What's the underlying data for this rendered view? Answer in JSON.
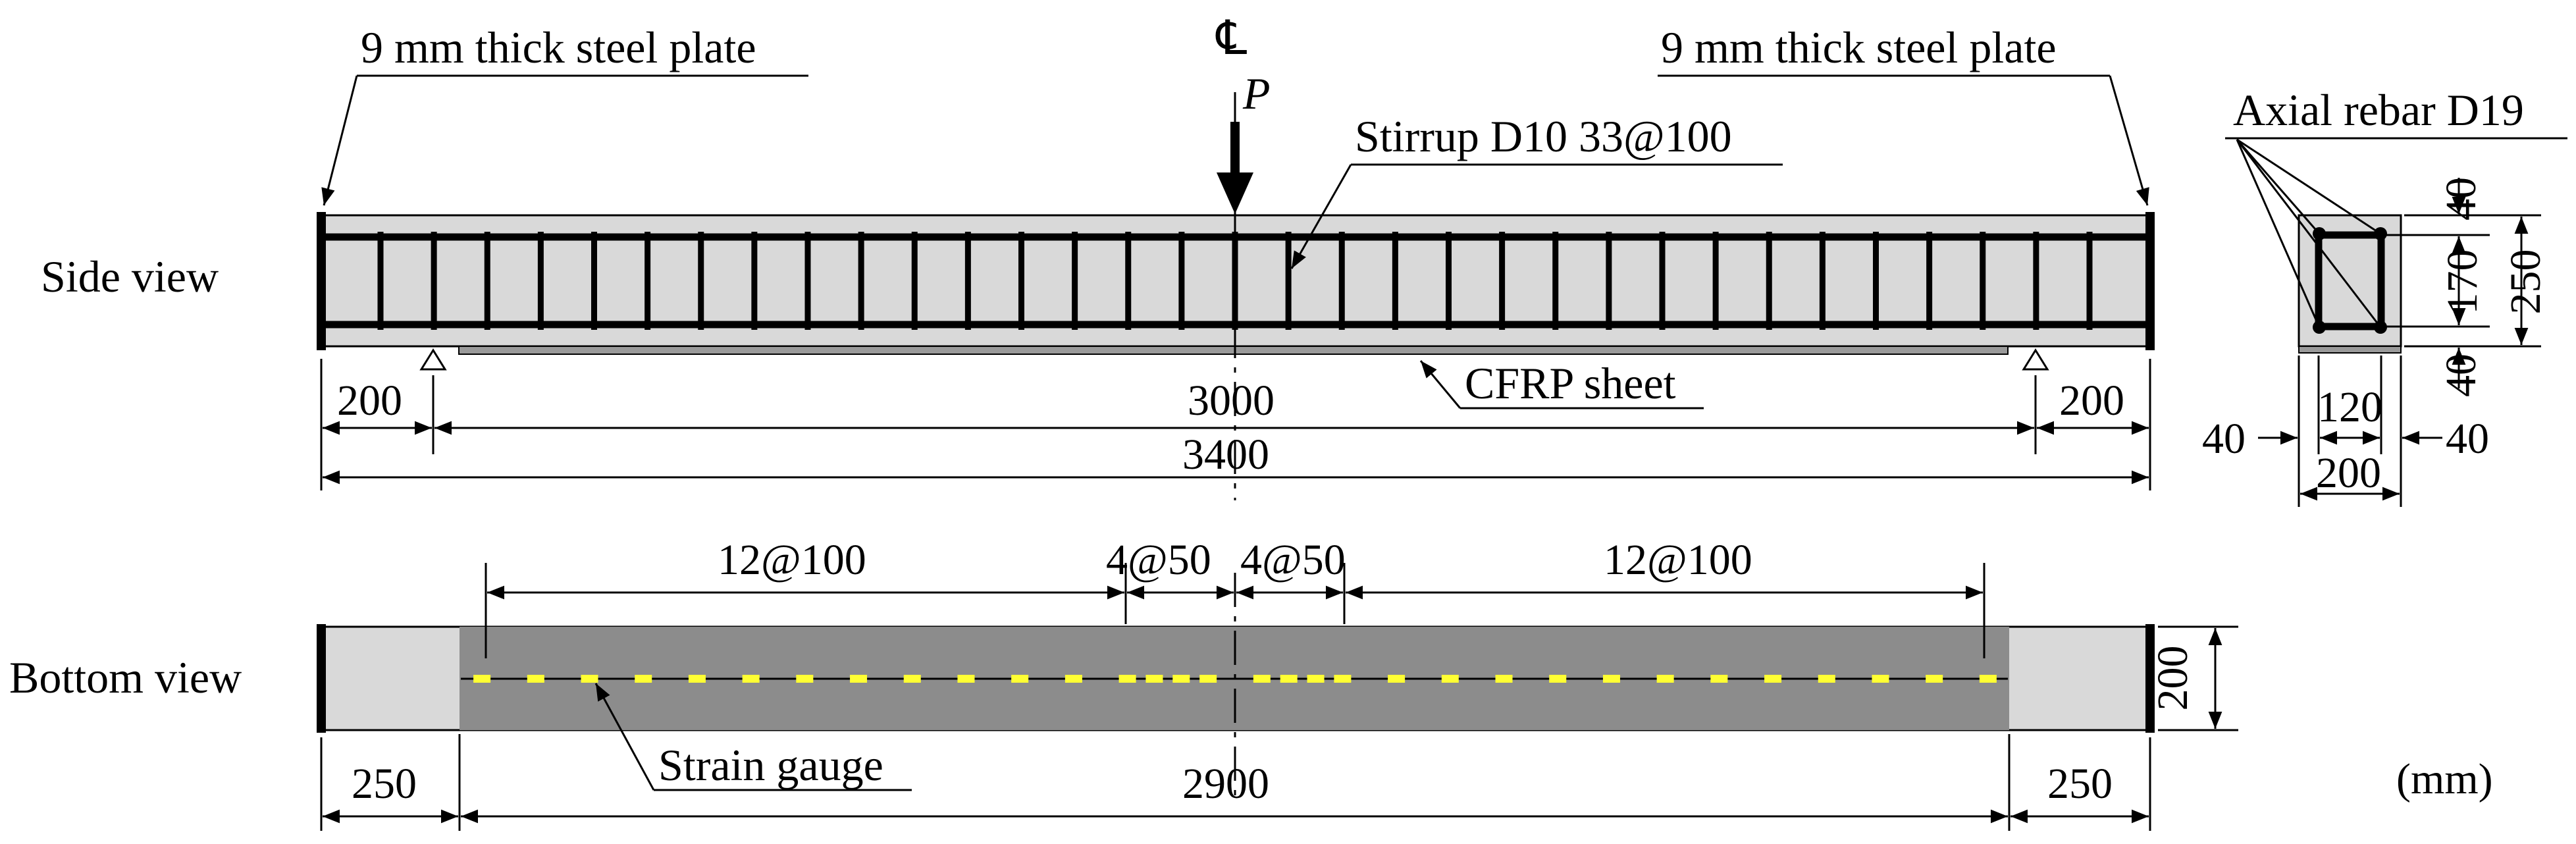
{
  "labels": {
    "side_view": "Side view",
    "bottom_view": "Bottom view",
    "plate_left": "9 mm thick steel plate",
    "plate_right": "9 mm thick steel plate",
    "centerline": "℄",
    "load": "P",
    "stirrup": "Stirrup D10 33@100",
    "cfrp": "CFRP sheet",
    "axial_rebar": "Axial rebar D19",
    "strain_gauge": "Strain gauge",
    "unit": "(mm)"
  },
  "side_dims": {
    "left_overhang": "200",
    "span": "3000",
    "right_overhang": "200",
    "total": "3400"
  },
  "section_dims": {
    "top_cover": "40",
    "core_height": "170",
    "height": "250",
    "bottom_cover": "40",
    "left_cover": "40",
    "core_width": "120",
    "right_cover": "40",
    "width": "200"
  },
  "bottom_dims": {
    "gauge_left": "12@100",
    "gauge_mid_left": "4@50",
    "gauge_mid_right": "4@50",
    "gauge_right": "12@100",
    "left_end": "250",
    "sheet_length": "2900",
    "right_end": "250",
    "width": "200"
  },
  "colors": {
    "concrete": "#d9d9d9",
    "cfrp": "#8c8c8c",
    "strain_gauge": "#ffff33",
    "line": "#000000"
  },
  "stirrup_count": 33,
  "strain_gauge_count": 32
}
